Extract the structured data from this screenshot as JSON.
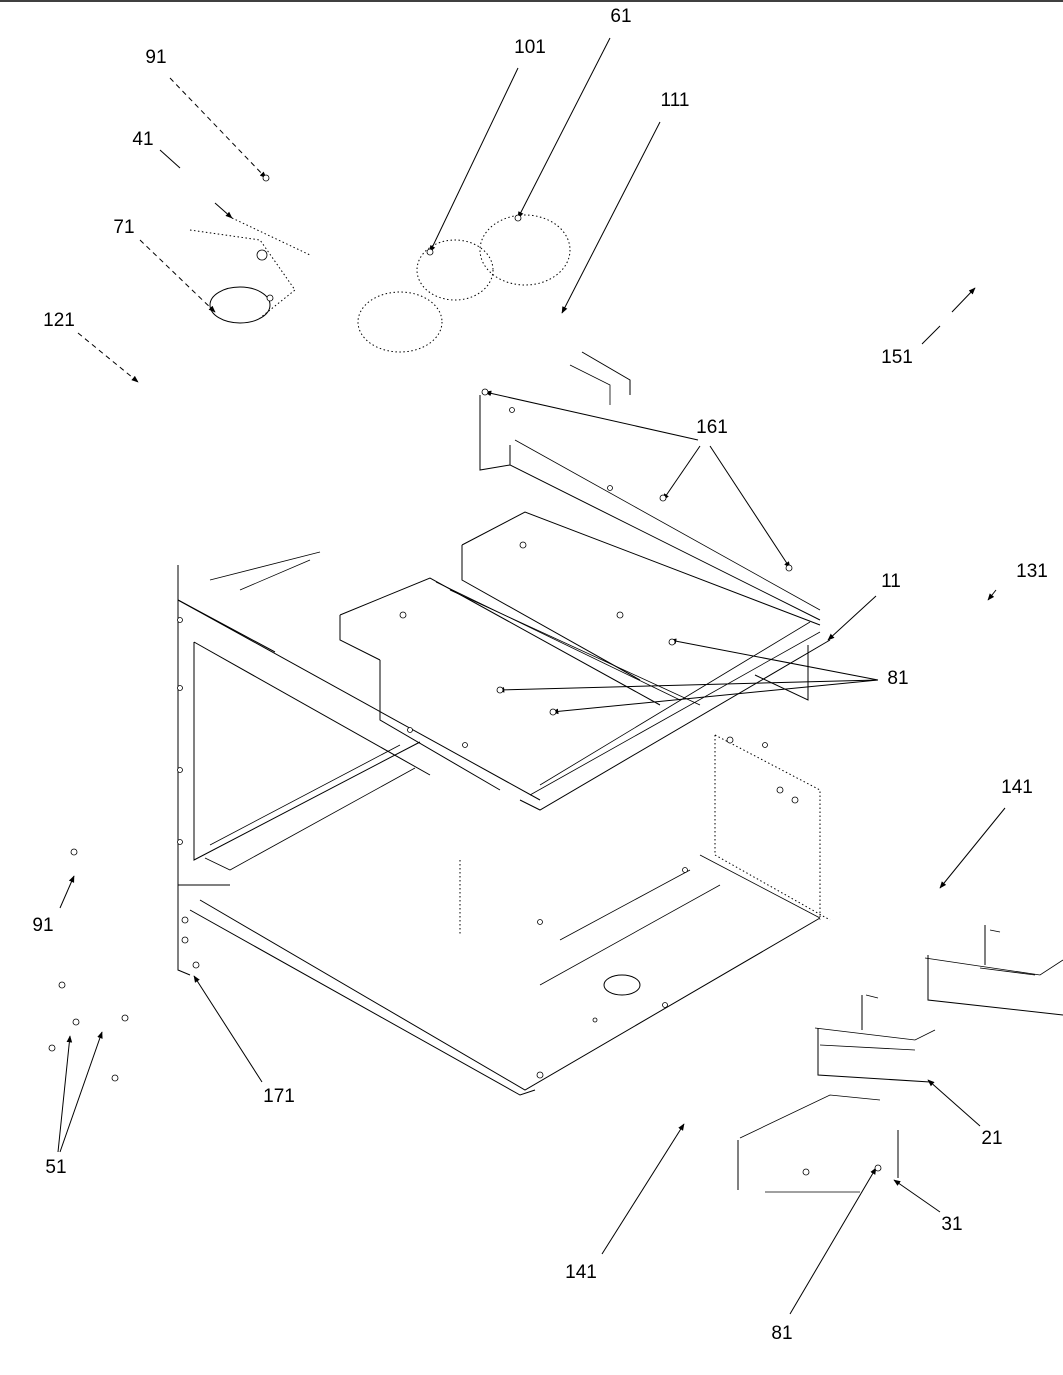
{
  "callouts": {
    "c61": "61",
    "c101": "101",
    "c111": "111",
    "c91_top": "91",
    "c41": "41",
    "c71": "71",
    "c121": "121",
    "c151": "151",
    "c161": "161",
    "c11": "11",
    "c131": "131",
    "c81_mid": "81",
    "c141_right": "141",
    "c91_left": "91",
    "c171": "171",
    "c51": "51",
    "c21": "21",
    "c31": "31",
    "c141_bottom": "141",
    "c81_bottom": "81"
  }
}
